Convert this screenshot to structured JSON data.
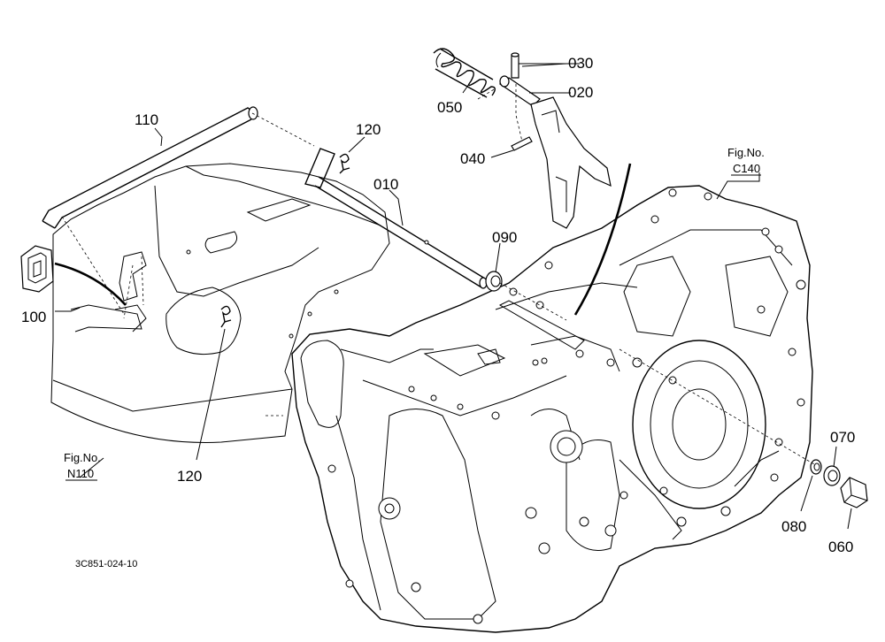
{
  "callouts": [
    {
      "id": "c010",
      "text": "010"
    },
    {
      "id": "c020",
      "text": "020"
    },
    {
      "id": "c030",
      "text": "030"
    },
    {
      "id": "c040",
      "text": "040"
    },
    {
      "id": "c050",
      "text": "050"
    },
    {
      "id": "c060",
      "text": "060"
    },
    {
      "id": "c070",
      "text": "070"
    },
    {
      "id": "c080",
      "text": "080"
    },
    {
      "id": "c090",
      "text": "090"
    },
    {
      "id": "c100",
      "text": "100"
    },
    {
      "id": "c110",
      "text": "110"
    },
    {
      "id": "c120a",
      "text": "120"
    },
    {
      "id": "c120b",
      "text": "120"
    }
  ],
  "figure_refs": {
    "c140": {
      "prefix": "Fig.No.",
      "code": "C140"
    },
    "n110": {
      "prefix": "Fig.No.",
      "code": "N110"
    }
  },
  "drawing_code": "3C851-024-10"
}
